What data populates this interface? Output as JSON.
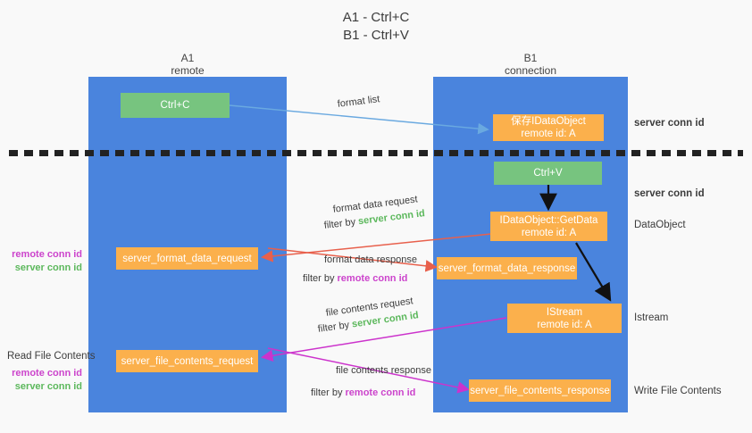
{
  "title": {
    "line1": "A1 - Ctrl+C",
    "line2": "B1 - Ctrl+V"
  },
  "colors": {
    "lane": "#4a84dd",
    "green_node": "#77c47f",
    "orange_node": "#fbb04c",
    "server_conn_id": "#5cb85c",
    "remote_conn_id": "#cc44cc",
    "arrow_format_list": "#6aa9e0",
    "arrow_format_data": "#e8604c",
    "arrow_file_contents": "#cc33cc",
    "arrow_internal": "#111111",
    "background": "#f9f9f9"
  },
  "lanes": [
    {
      "id": "a1",
      "title": "A1",
      "subtitle": "remote"
    },
    {
      "id": "b1",
      "title": "B1",
      "subtitle": "connection"
    }
  ],
  "nodes": {
    "ctrl_c": {
      "line1": "Ctrl+C",
      "line2": ""
    },
    "save_idataobject": {
      "line1": "保存IDataObject",
      "line2": "remote id: A"
    },
    "ctrl_v": {
      "line1": "Ctrl+V",
      "line2": ""
    },
    "getdata": {
      "line1": "IDataObject::GetData",
      "line2": "remote id: A"
    },
    "istream": {
      "line1": "IStream",
      "line2": "remote id: A"
    },
    "server_format_data_request": {
      "line1": "server_format_data_request",
      "line2": ""
    },
    "server_format_data_response": {
      "line1": "server_format_data_response",
      "line2": ""
    },
    "server_file_contents_request": {
      "line1": "server_file_contents_request",
      "line2": ""
    },
    "server_file_contents_response": {
      "line1": "server_file_contents_response",
      "line2": ""
    }
  },
  "edge_labels": {
    "format_list": "format list",
    "format_data_request": "format data request",
    "format_data_request_filter_prefix": "filter by ",
    "format_data_request_filter_key": "server conn id",
    "format_data_response": "format data response",
    "format_data_response_filter_prefix": "filter by ",
    "format_data_response_filter_key": "remote conn id",
    "file_contents_request": "file contents request",
    "file_contents_request_filter_prefix": "filter by ",
    "file_contents_request_filter_key": "server conn id",
    "file_contents_response": "file contents response",
    "file_contents_response_filter_prefix": "filter by ",
    "file_contents_response_filter_key": "remote conn id"
  },
  "right_annotations": [
    {
      "id": "server-conn-id-top",
      "text": "server conn id",
      "style": "server"
    },
    {
      "id": "server-conn-id-middle",
      "text": "server conn id",
      "style": "server"
    },
    {
      "id": "dataobject",
      "text": "DataObject",
      "style": "plain"
    },
    {
      "id": "istream",
      "text": "Istream",
      "style": "plain"
    },
    {
      "id": "write-file-contents",
      "text": "Write File Contents",
      "style": "plain"
    }
  ],
  "left_annotations": [
    {
      "id": "conn-ids-format",
      "remote": "remote conn id",
      "server": "server conn id"
    },
    {
      "id": "read-file-contents-title",
      "text": "Read File Contents"
    },
    {
      "id": "conn-ids-file",
      "remote": "remote conn id",
      "server": "server conn id"
    }
  ]
}
